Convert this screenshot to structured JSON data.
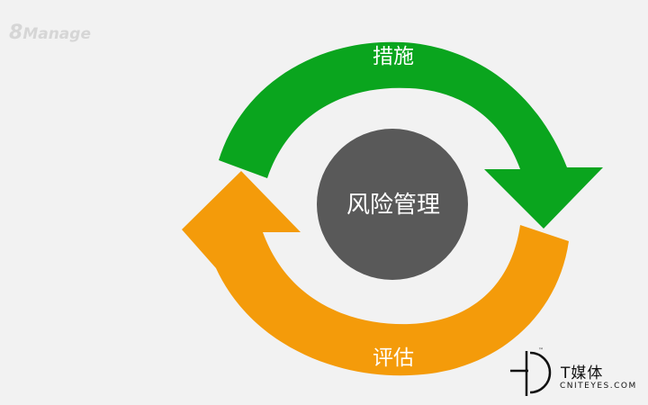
{
  "watermark": {
    "logo_digit": "8",
    "logo_text": "Manage"
  },
  "diagram": {
    "center_label": "风险管理",
    "top_arrow_label": "措施",
    "bottom_arrow_label": "评估",
    "colors": {
      "top_arrow": "#0aa51e",
      "bottom_arrow": "#f49b0a",
      "center_circle": "#595959",
      "label_text": "#ffffff"
    }
  },
  "brand": {
    "tm": "™",
    "name_cn": "T媒体",
    "name_en": "CNITEYES.COM"
  }
}
